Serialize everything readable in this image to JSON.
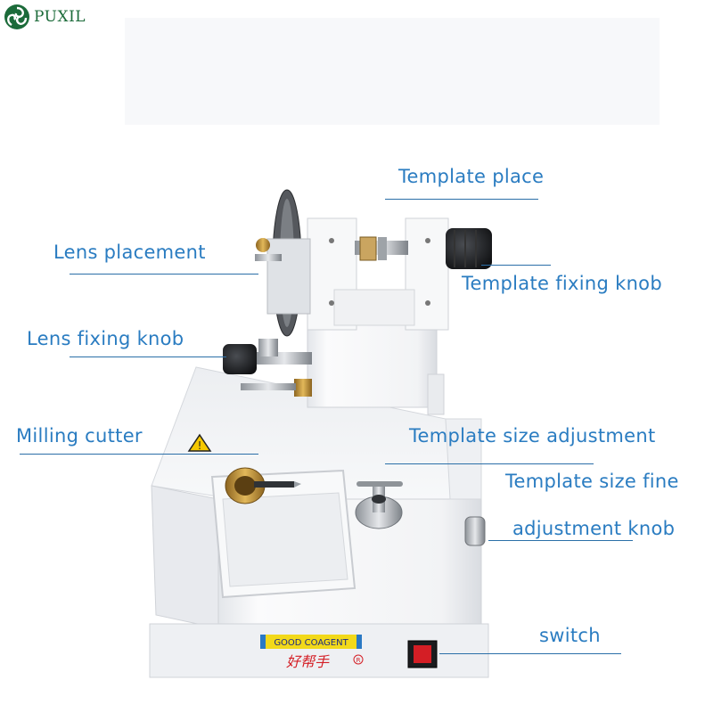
{
  "brand": {
    "name": "PUXIL",
    "icon": "swirl-logo-icon",
    "color": "#1c6b3a"
  },
  "machine": {
    "badge_text": "GOOD COAGENT",
    "script_text": "好帮手",
    "registered_mark": "R"
  },
  "labels": {
    "template_place": "Template place",
    "lens_placement": "Lens placement",
    "template_fixing_knob": "Template fixing knob",
    "lens_fixing_knob": "Lens fixing knob",
    "milling_cutter": "Milling cutter",
    "template_size_adjustment": "Template size adjustment",
    "template_size_fine": "Template size fine",
    "adjustment_knob": "adjustment knob",
    "switch": "switch"
  },
  "colors": {
    "label": "#2a7cc1",
    "leader": "#2b6fa8",
    "machine_body": "#f4f5f7",
    "switch_red": "#d41e25",
    "brass": "#c89a3c"
  }
}
